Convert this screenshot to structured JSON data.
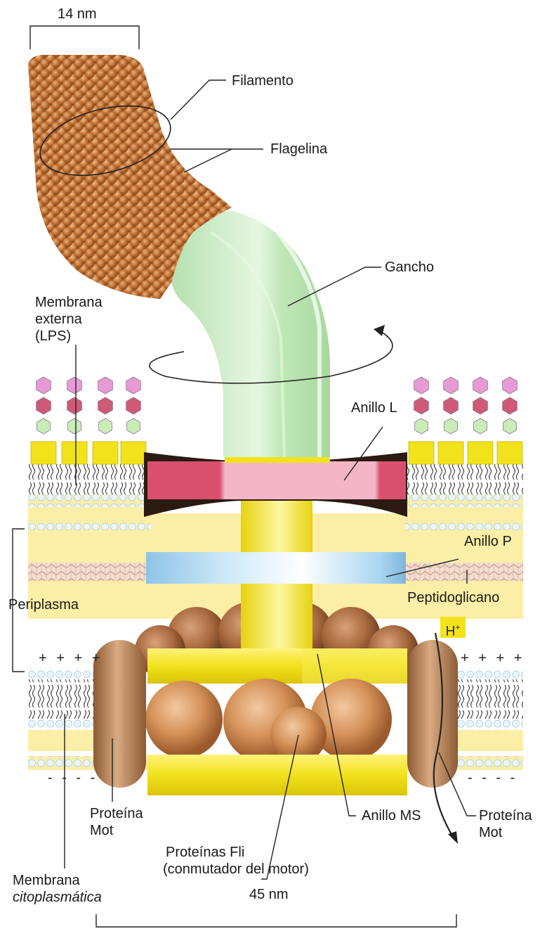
{
  "labels": {
    "scale_top": "14 nm",
    "filamento": "Filamento",
    "flagelina": "Flagelina",
    "gancho": "Gancho",
    "membrana_externa_1": "Membrana",
    "membrana_externa_2": "externa",
    "membrana_externa_3": "(LPS)",
    "anillo_l": "Anillo L",
    "anillo_p": "Anillo P",
    "peptidoglicano": "Peptidoglicano",
    "periplasma": "Periplasma",
    "h_plus": "H",
    "h_plus_sup": "+",
    "charge_plus_left": "+ + + +",
    "charge_plus_right": "+ + + +",
    "charge_minus_left": "- - - -",
    "charge_minus_right": "- - - -",
    "proteina_mot_left_1": "Proteína",
    "proteina_mot_left_2": "Mot",
    "proteina_mot_right_1": "Proteína",
    "proteina_mot_right_2": "Mot",
    "proteinas_fli_1": "Proteínas Fli",
    "proteinas_fli_2": "(conmutador del motor)",
    "anillo_ms": "Anillo MS",
    "membrana_cito_1": "Membrana",
    "membrana_cito_2": "citoplasmática",
    "scale_bottom": "45 nm"
  },
  "colors": {
    "filament": "#c8783a",
    "hook": "#c6ecbf",
    "ring_l": "#e88ca4",
    "ring_p": "#a9d6f0",
    "rod": "#f2e21c",
    "periplasm": "#fbeea6",
    "motor_ball": "#d6935a",
    "mot_protein": "#b88356",
    "lps_pink": "#e79ad6",
    "lps_red": "#cf5a77",
    "lps_green": "#c9ecb9"
  }
}
